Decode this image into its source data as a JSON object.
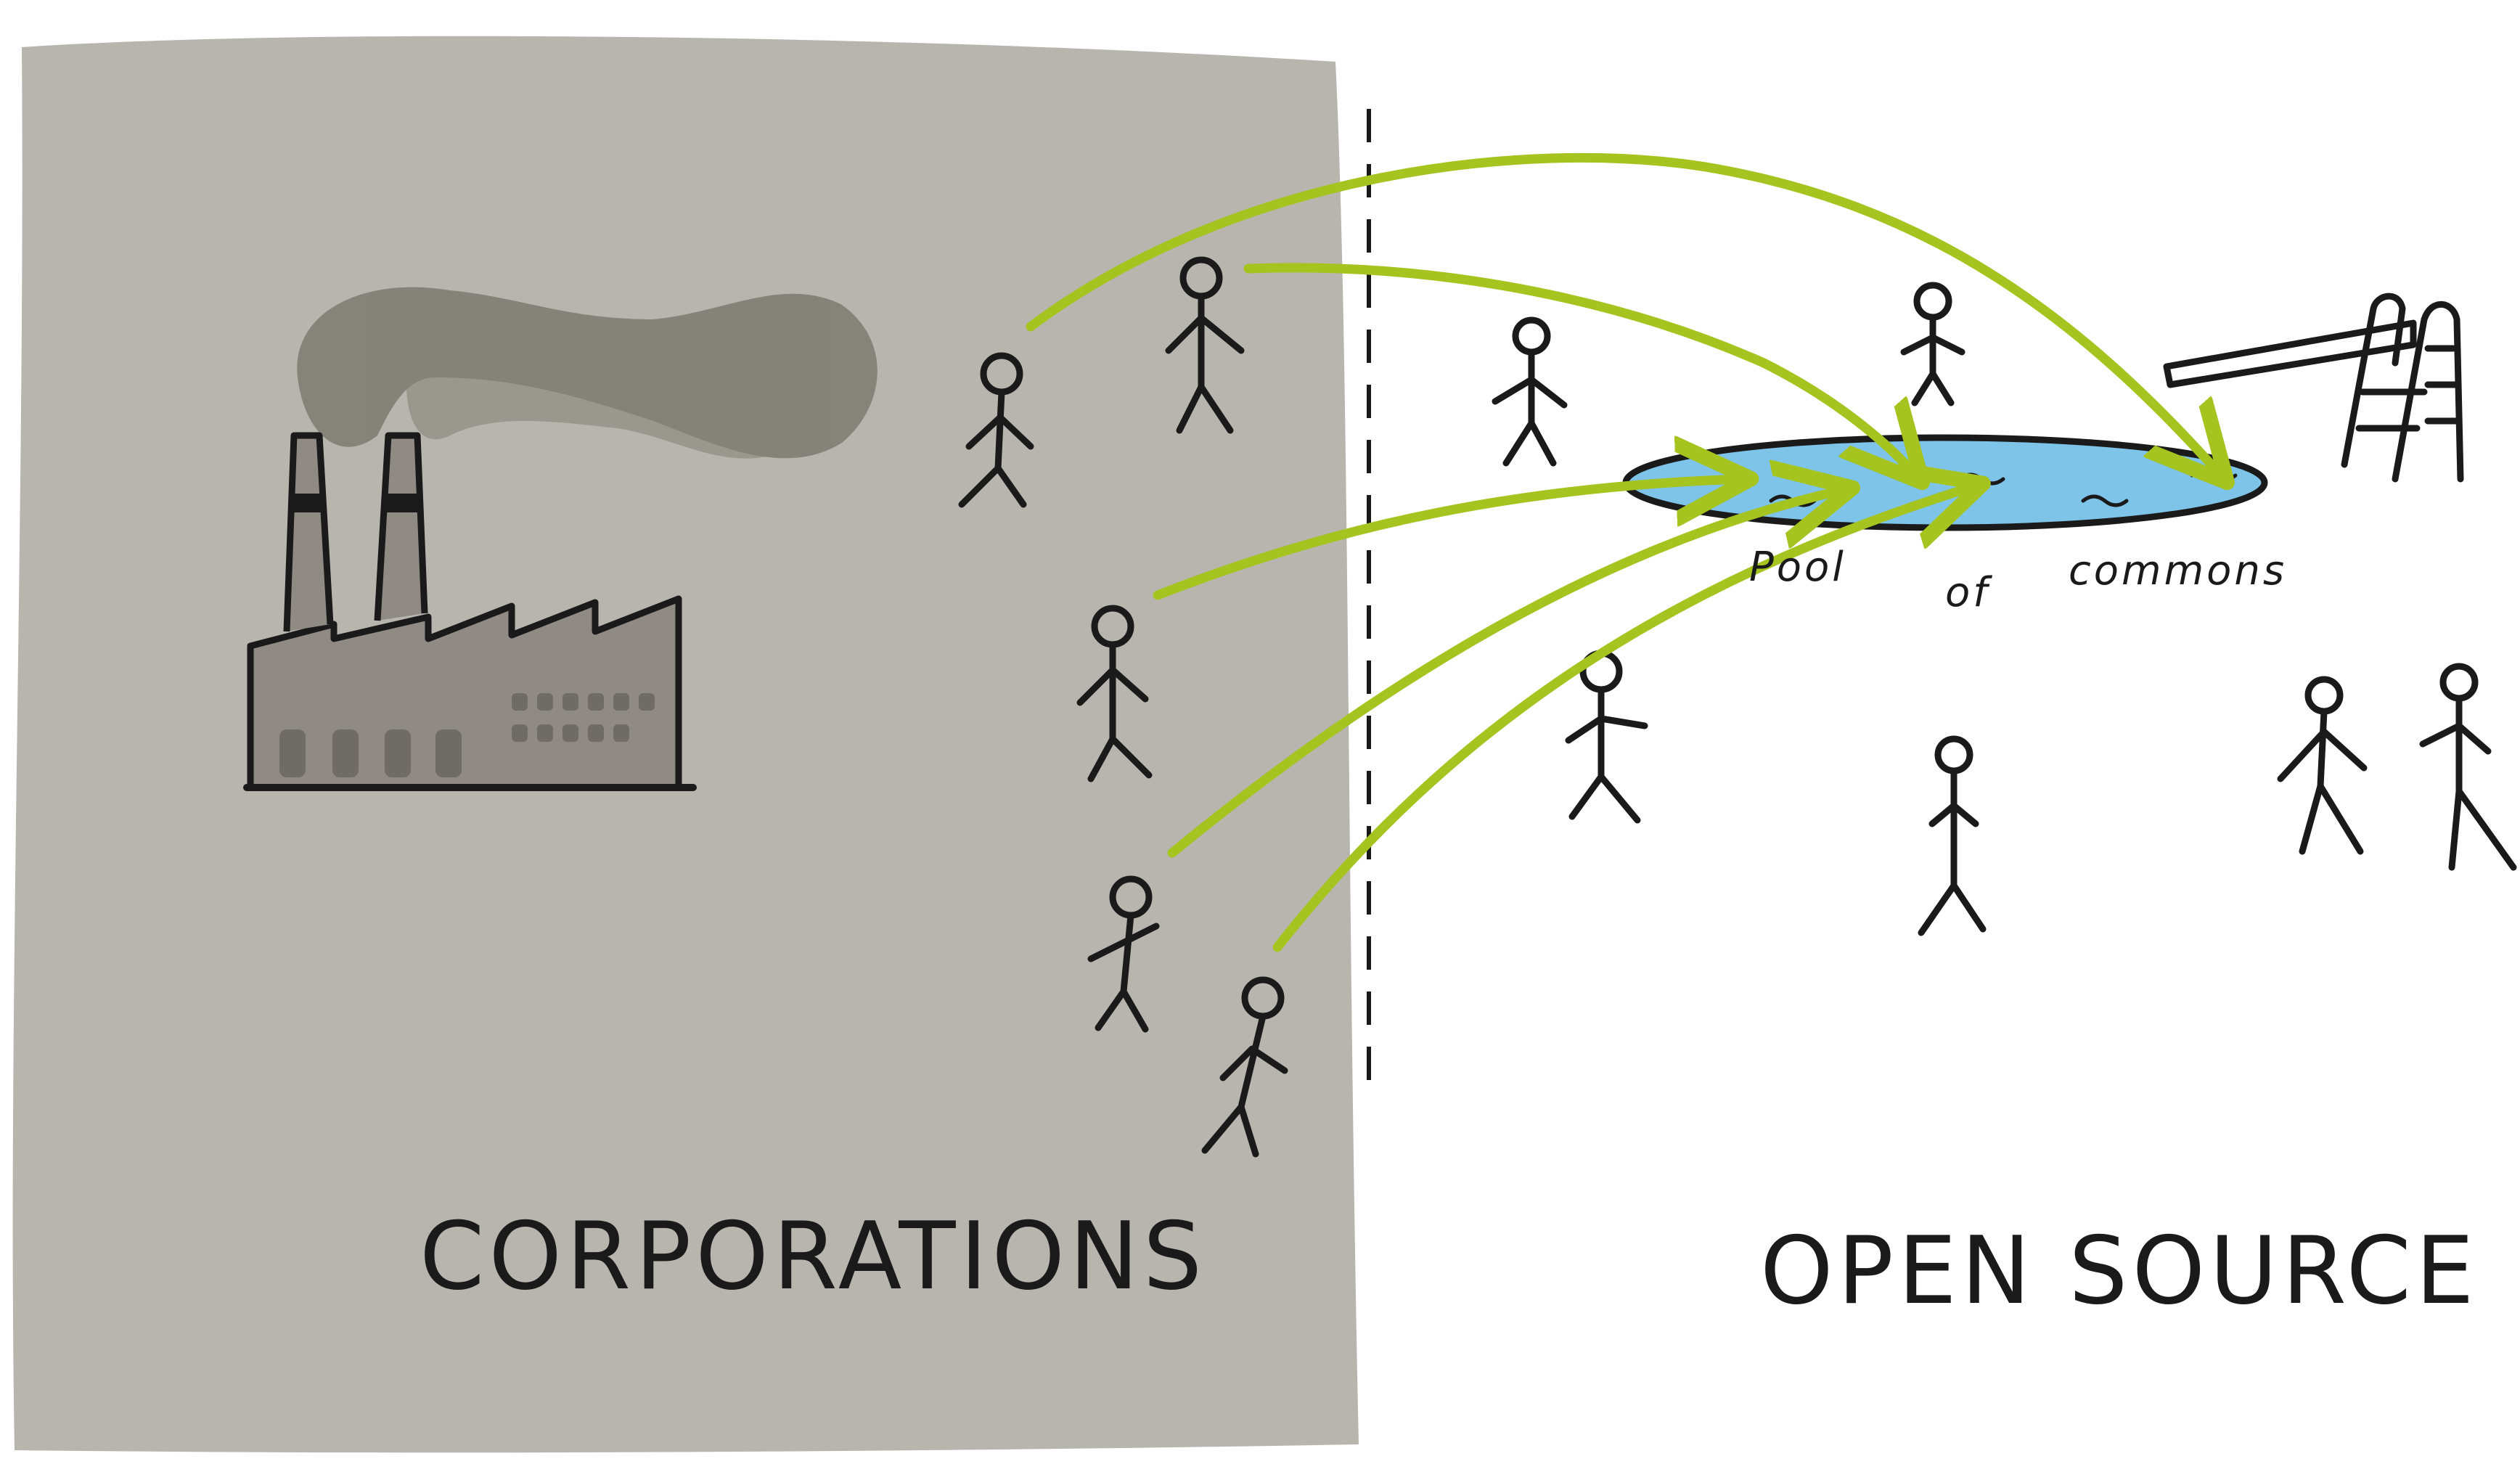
{
  "labels": {
    "left": "CORPORATIONS",
    "right": "OPEN SOURCE",
    "pool_word1": "Pool",
    "pool_word2": "of",
    "pool_word3": "commons"
  },
  "colors": {
    "corp_panel": "#b8b5ae",
    "ink": "#1a1a1a",
    "arrow": "#a5c41f",
    "pool_water": "#7ec3e8",
    "smoke": "#7d7a72",
    "factory": "#8f8b84"
  },
  "icons": {
    "factory": "factory-icon",
    "person": "person-icon",
    "pool": "pool-icon",
    "diving_board": "diving-board-icon",
    "arrow": "arrow-icon"
  }
}
